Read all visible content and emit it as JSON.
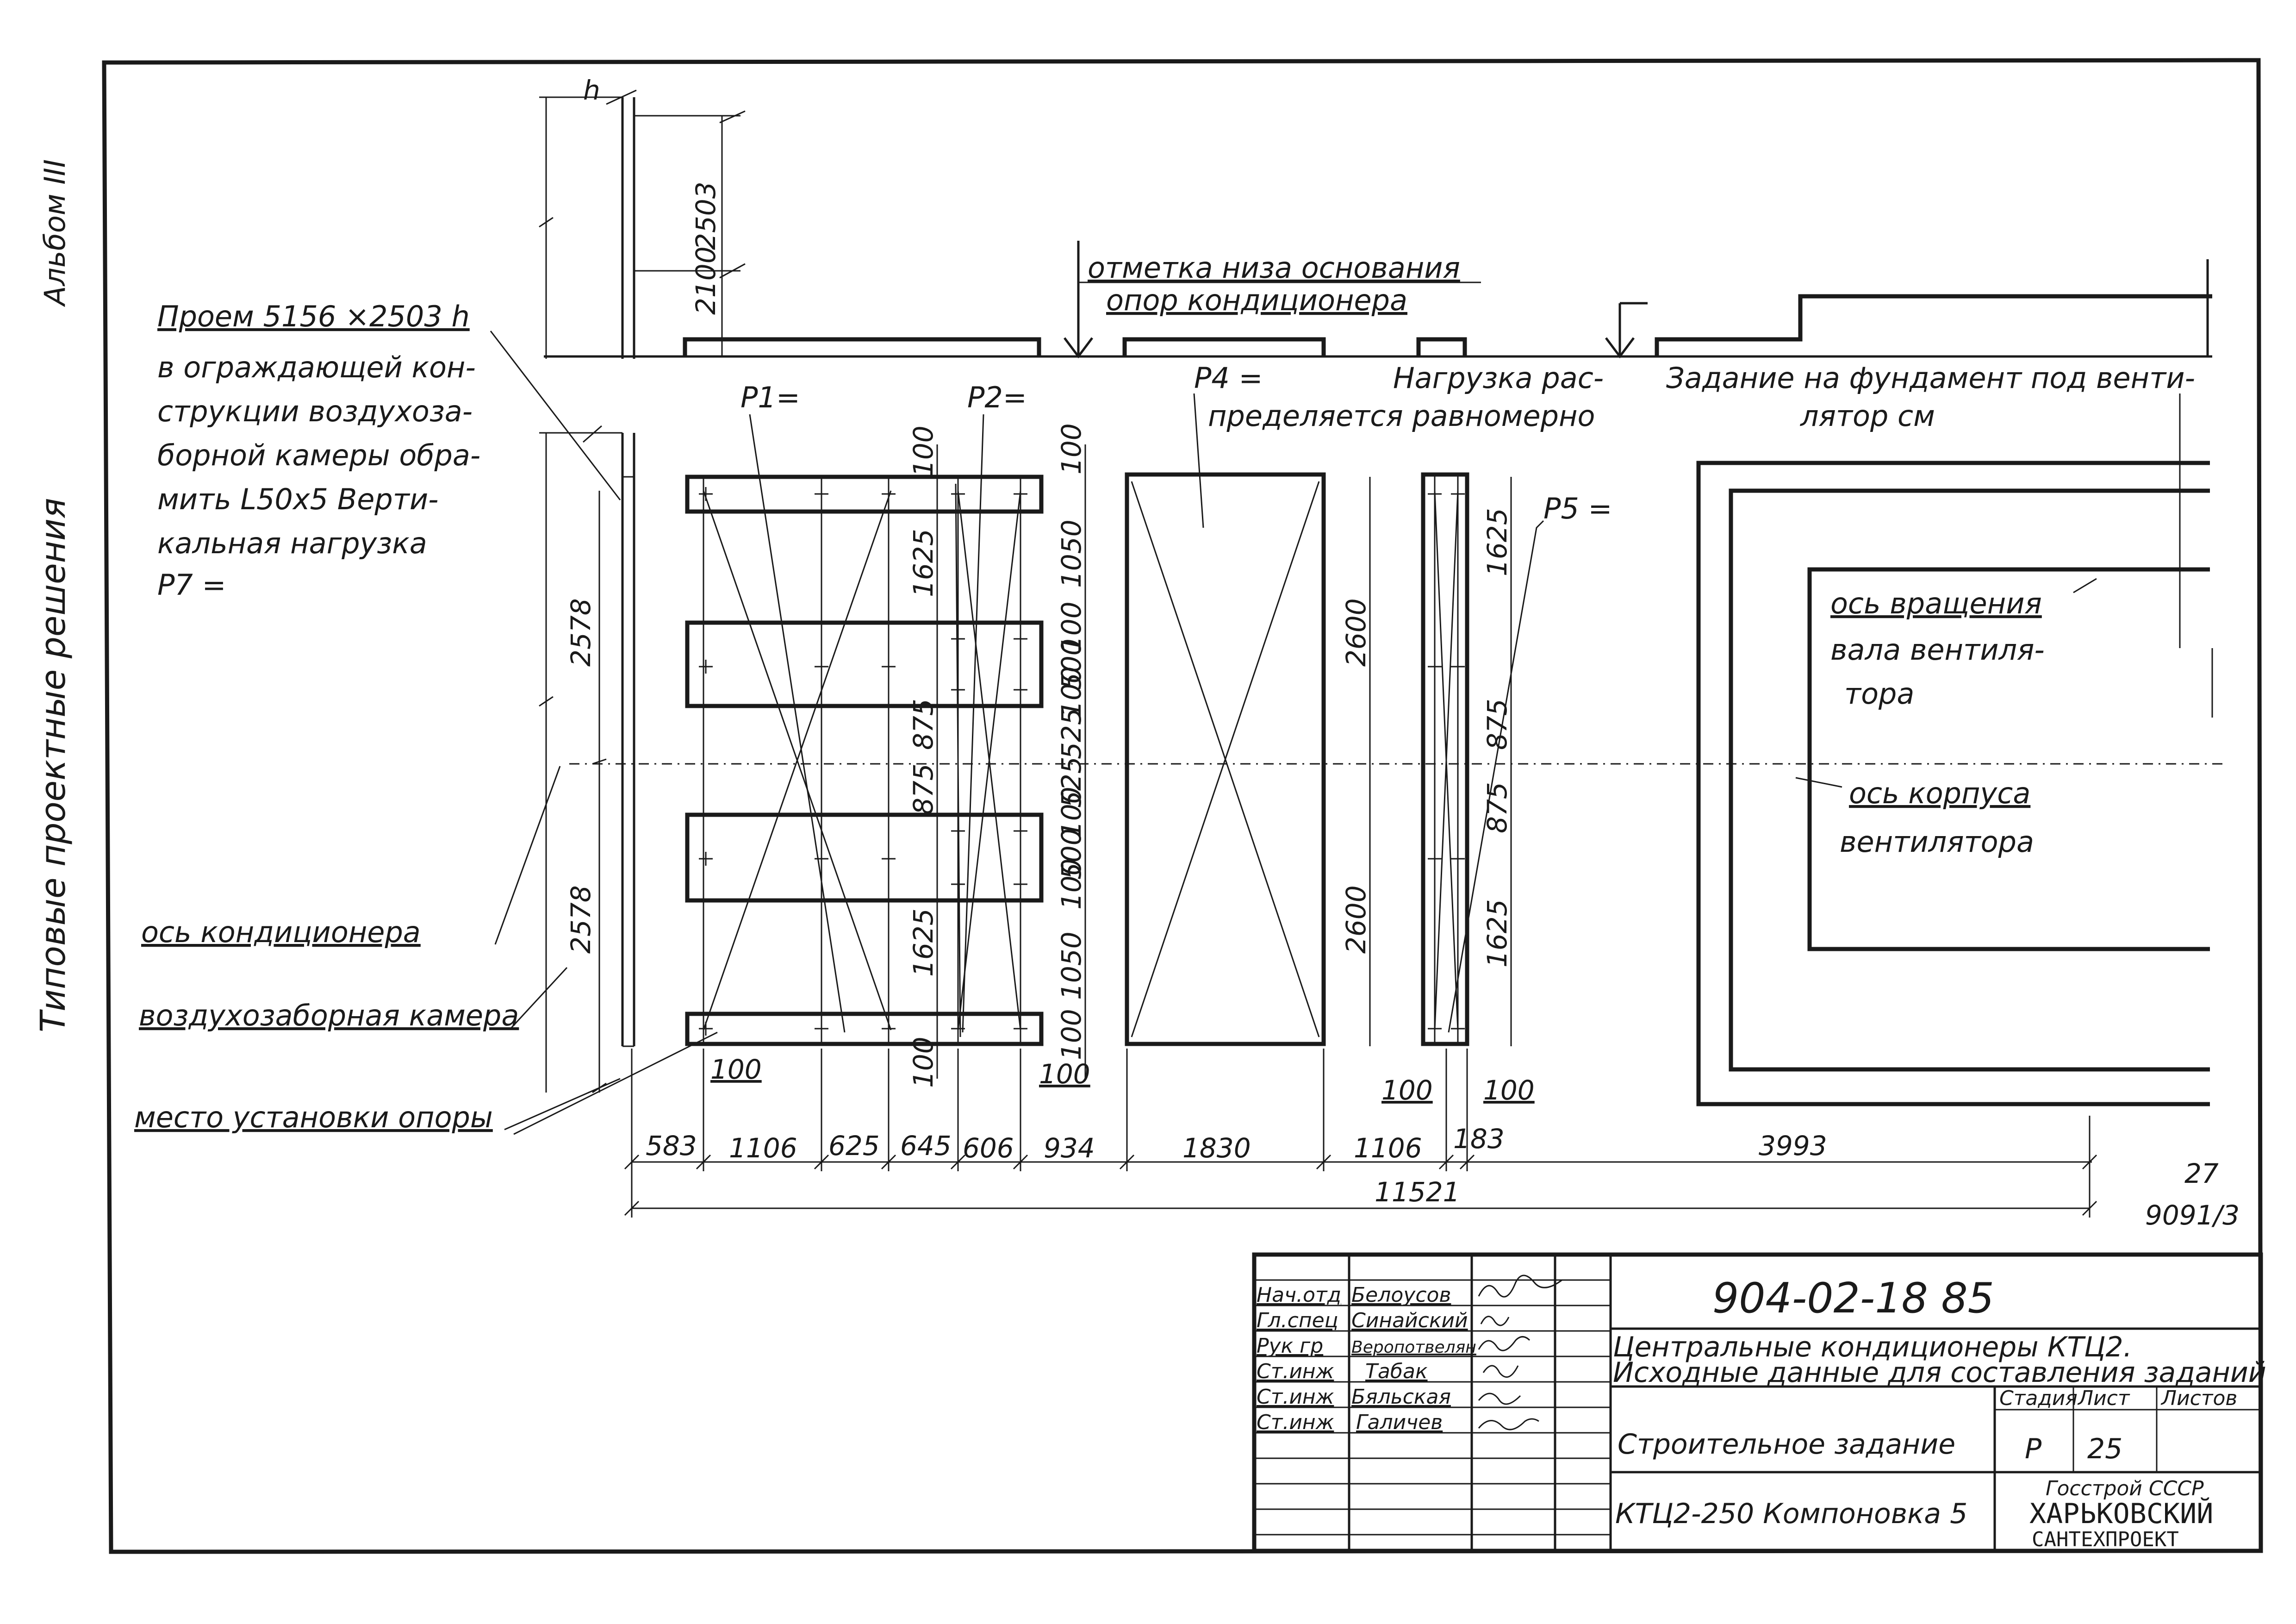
{
  "side": {
    "album": "Альбом III",
    "series": "Типовые проектные решения"
  },
  "notes": {
    "opening": "Проем 5156 ×2503 h",
    "opening_lines": [
      "в ограждающей кон-",
      "струкции воздухоза-",
      "борной камеры обра-",
      "мить L50x5 Верти-",
      "кальная нагрузка",
      "P7 ="
    ],
    "base_mark": [
      "отметка низа основания",
      "опор кондиционера"
    ],
    "p1": "P1=",
    "p2": "P2=",
    "p4": "P4 =",
    "load": [
      "Нагрузка рас-",
      "пределяется равномерно"
    ],
    "fan_task": [
      "Задание на фундамент под венти-",
      "лятор см"
    ],
    "p5": "P5 =",
    "rot_axis": [
      "ось вращения",
      "вала вентиля-",
      "тора"
    ],
    "case_axis": [
      "ось корпуса",
      "вентилятора"
    ],
    "cond_axis": "ось кондиционера",
    "air_chamber": "воздухозаборная камера",
    "support_place": "место установки опоры"
  },
  "dims": {
    "h": "h",
    "d2503": "2503",
    "d2100": "2100",
    "d2578a": "2578",
    "d2578b": "2578",
    "d100_top1": "100",
    "d100_top2": "100",
    "d1625_a": "1625",
    "d875_a": "875",
    "d875_b": "875",
    "d1625_b": "1625",
    "d100_bot1": "100",
    "d100_bot2": "100",
    "d1050_a": "1050",
    "d100_r1": "100",
    "d500_a": "500",
    "d100_r2": "100",
    "d525_a": "525",
    "d525_b": "525",
    "d100_r3": "100",
    "d500_b": "500",
    "d100_r4": "100",
    "d1050_b": "1050",
    "d2600_a": "2600",
    "d2600_b": "2600",
    "d1625_c": "1625",
    "d875_c": "875",
    "d875_d": "875",
    "d1625_d": "1625",
    "d100_l": "100",
    "d100_r": "100",
    "d100_c1": "100",
    "d100_c2": "100",
    "bottom": [
      "583",
      "1106",
      "625",
      "645",
      "606",
      "934",
      "1830",
      "1106",
      "183",
      "3993"
    ],
    "total": "11521"
  },
  "sheet_corner": {
    "n1": "27",
    "n2": "9091/3"
  },
  "title_block": {
    "doc_no": "904-02-18 85",
    "title_l1": "Центральные кондиционеры КТЦ2.",
    "title_l2": "Исходные данные для составления заданий",
    "roles": [
      "Нач.отд",
      "Гл.спец",
      "Рук гр",
      "Ст.инж",
      "Ст.инж",
      "Ст.инж"
    ],
    "names": [
      "Белоусов",
      "Синайский",
      "Веропотвелян",
      "Табак",
      "Бяльская",
      "Галичев"
    ],
    "stage_h": "Стадия",
    "sheet_h": "Лист",
    "sheets_h": "Листов",
    "stage": "Р",
    "sheet": "25",
    "task": "Строительное задание",
    "layout": "КТЦ2-250 Компоновка 5",
    "org1": "Госстрой СССР",
    "org2": "ХАРЬКОВСКИЙ",
    "org3": "САНТЕХПРОЕКТ"
  }
}
